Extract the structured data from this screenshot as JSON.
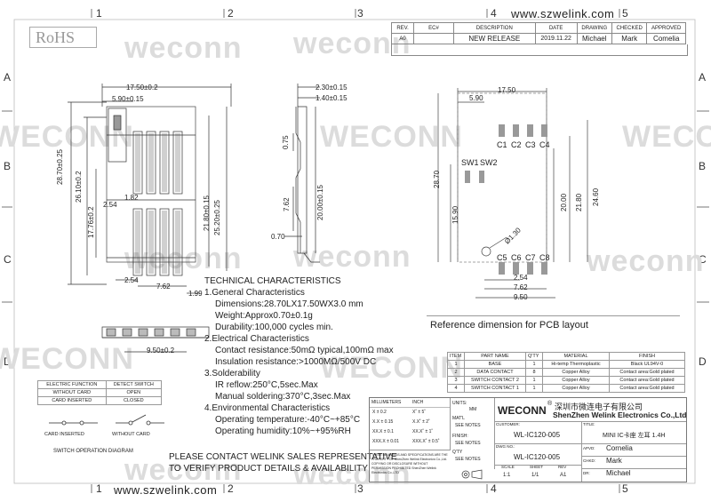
{
  "frame": {
    "columns": [
      "1",
      "2",
      "3",
      "4",
      "5"
    ],
    "rows": [
      "A",
      "B",
      "C",
      "D"
    ],
    "url_top": "www.szwelink.com",
    "url_bottom": "www.szwelink.com"
  },
  "watermark": {
    "word": "weconn",
    "word_caps": "WECONN",
    "rohs": "RoHS"
  },
  "revision": {
    "headers": [
      "REV.",
      "EC#",
      "DESCRIPTION",
      "DATE",
      "DRAWING",
      "CHECKED",
      "APPROVED"
    ],
    "row": [
      "A0",
      "",
      "NEW RELEASE",
      "2019.11.22",
      "Michael",
      "Mark",
      "Comelia"
    ]
  },
  "dims_left": {
    "w_total": "17.50±0.2",
    "w_inner": "5.90±0.15",
    "h_total": "28.70±0.25",
    "h_mid": "26.10±0.2",
    "h_small": "17.76±0.2",
    "d_182": "1.82",
    "d_254": "2.54",
    "h_2180": "21.80±0.15",
    "h_2520": "25.20±0.25",
    "b_254": "2.54",
    "b_762": "7.62",
    "b_199": "1.99",
    "bottom_w": "9.50±0.2"
  },
  "dims_side": {
    "t_230": "2.30±0.15",
    "t_140": "1.40±0.15",
    "d_075": "0.75",
    "d_762": "7.62",
    "d_2000": "20.00±0.15",
    "d_070": "0.70"
  },
  "pcb": {
    "w": "17.50",
    "w2": "5.90",
    "c_top": [
      "C1",
      "C2",
      "C3",
      "C4"
    ],
    "c_bot": [
      "C5",
      "C6",
      "C7",
      "C8"
    ],
    "sw": [
      "SW1",
      "SW2"
    ],
    "h_2870": "28.70",
    "h_1590": "15.90",
    "h_2000": "20.00",
    "h_2180": "21.80",
    "h_2460": "24.60",
    "hole": "Ø1.30",
    "b_254": "2.54",
    "b_762": "7.62",
    "b_950": "9.50",
    "caption": "Reference dimension for PCB layout"
  },
  "tech": {
    "title": "TECHNICAL CHARACTERISTICS",
    "s1": "1.General Characteristics",
    "s1a": "Dimensions:28.70LX17.50WX3.0 mm",
    "s1b": "Weight:Approx0.70±0.1g",
    "s1c": "Durability:100,000 cycles min.",
    "s2": "2.Electrical Characteristics",
    "s2a": "Contact resistance:50mΩ typical,100mΩ max",
    "s2b": "Insulation resistance:>1000MΩ/500V DC",
    "s3": "3.Solderability",
    "s3a": "IR reflow:250°C,5sec.Max",
    "s3b": "Manual soldering:370°C,3sec.Max",
    "s4": "4.Environmental Characteristics",
    "s4a": "Operating temperature:-40°C~+85°C",
    "s4b": "Operating humidity:10%~+95%RH"
  },
  "notice": {
    "l1": "PLEASE CONTACT WELINK SALES REPRESENTATIVE",
    "l2": "TO VERIFY PRODUCT DETAILS & AVAILABILITY"
  },
  "switch_table": {
    "headers": [
      "ELECTRIC FUNCTION",
      "DETECT SWITCH"
    ],
    "rows": [
      [
        "WITHOUT CARD",
        "OPEN"
      ],
      [
        "CARD INSERTED",
        "CLOSED"
      ]
    ],
    "label_inserted": "CARD INSERTED",
    "label_without": "WITHOUT CARD",
    "caption": "SWITCH OPERATION DIAGRAM"
  },
  "bom": {
    "headers": [
      "ITEM",
      "PART NAME",
      "Q'TY",
      "MATERIAL",
      "FINISH"
    ],
    "rows": [
      [
        "1",
        "BASE",
        "1",
        "Hi-temp Thermoplastic",
        "Black UL94V-0"
      ],
      [
        "2",
        "DATA CONTACT",
        "8",
        "Copper Alloy",
        "Contact area:Gold plated"
      ],
      [
        "3",
        "SWITCH CONTACT 2",
        "1",
        "Copper Alloy",
        "Contact area:Gold plated"
      ],
      [
        "4",
        "SWITCH CONTACT 1",
        "1",
        "Copper Alloy",
        "Contact area:Gold plated"
      ]
    ]
  },
  "titleblock": {
    "tol_headers": [
      "MILLIMETERS",
      "INCH"
    ],
    "tol_rows": [
      [
        "X  ± 0.2",
        "X˚ ± 5˚"
      ],
      [
        "X.X  ± 0.15",
        "X.X˚ ± 2˚"
      ],
      [
        "XX.X ± 0.1",
        "XX.X˚ ± 1˚"
      ],
      [
        "XXX.X ± 0.01",
        "XXX.X˚ ± 0.5˚"
      ]
    ],
    "units": "UNITS:",
    "units_val": "MM",
    "matl": "MAT'L",
    "matl_val": "SEE NOTES",
    "finish": "FINISH:",
    "finish_val": "SEE NOTES",
    "qty": "Q'TY",
    "qty_val": "SEE NOTES",
    "notice": "THESE DRAWINGS AND SPECIFICATIONS ARE THE PROPERTY OF ShenZhen Welink Electronics Co.,Ltd. COPYING OR DISCLOSURE WITHOUT PERMISSION PROHIBITED ShenZhen Welink Electronics Co.,LTD",
    "brand": "WECONN",
    "reg": "®",
    "company_cn": "深圳市微连电子有限公司",
    "company_en": "ShenZhen Welink Electronics Co.,Ltd",
    "customer_label": "CUSTOMER:",
    "customer": "WL-IC120-005",
    "title_label": "TITLE:",
    "title": "MINI IC卡座 左耳 1.4H",
    "dwg_label": "DWG NO.:",
    "dwg": "WL-IC120-005",
    "scale_label": "SCALE",
    "scale": "1:1",
    "sheet_label": "SHEET",
    "sheet": "1/1",
    "rev_label": "REV",
    "rev": "A1",
    "apvd_label": "APVD:",
    "apvd": "Cornelia",
    "chkd_label": "CHKD:",
    "chkd": "Mark",
    "dr_label": "DR:",
    "dr": "Michael"
  }
}
